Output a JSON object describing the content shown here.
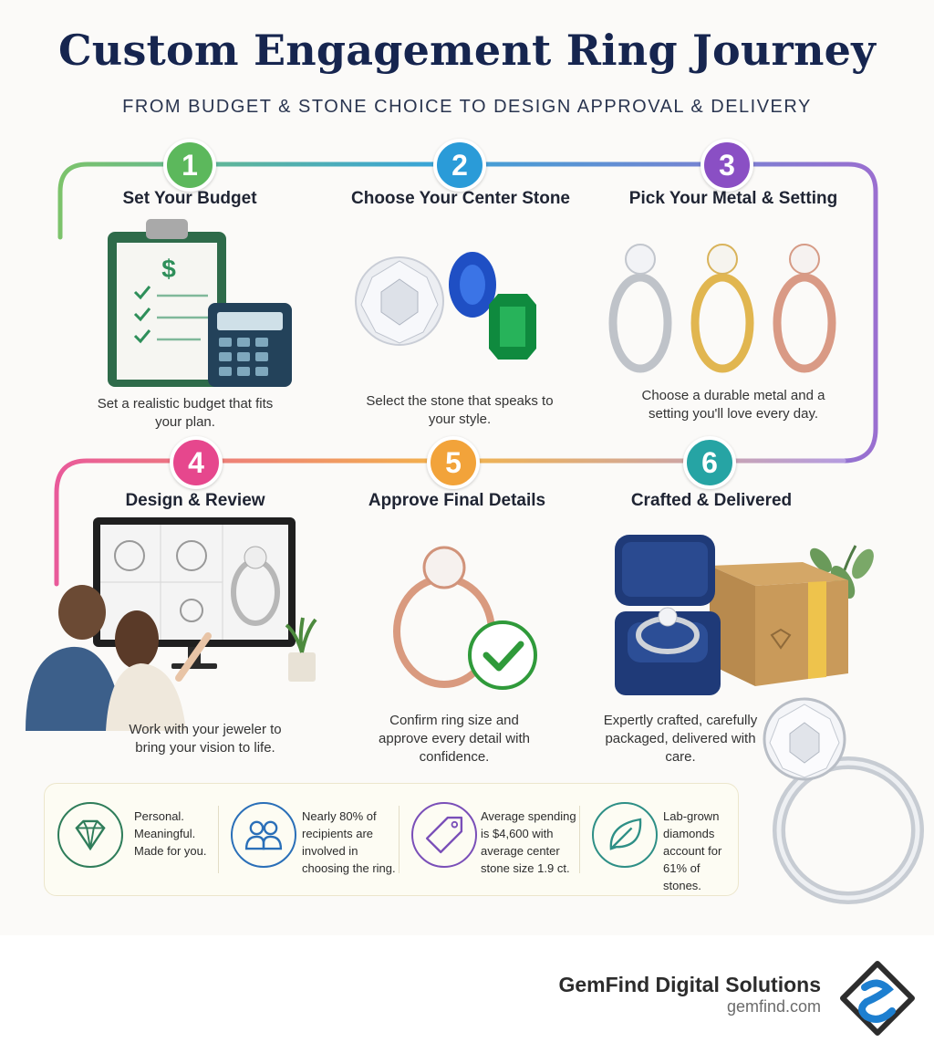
{
  "header": {
    "title": "Custom Engagement Ring Journey",
    "subtitle": "FROM BUDGET & STONE CHOICE TO DESIGN APPROVAL & DELIVERY"
  },
  "steps": [
    {
      "number": "1",
      "title": "Set Your Budget",
      "description": "Set a realistic budget that fits your plan.",
      "color": "#5cb85c"
    },
    {
      "number": "2",
      "title": "Choose Your Center Stone",
      "description": "Select the stone that speaks to your style.",
      "color": "#2a9bd8"
    },
    {
      "number": "3",
      "title": "Pick Your Metal & Setting",
      "description": "Choose a durable metal and a setting you'll love every day.",
      "color": "#8a4fc4"
    },
    {
      "number": "4",
      "title": "Design & Review",
      "description": "Work with your jeweler to bring your vision to life.",
      "color": "#e6478d"
    },
    {
      "number": "5",
      "title": "Approve Final Details",
      "description": "Confirm ring size and approve every detail with confidence.",
      "color": "#f2a33a"
    },
    {
      "number": "6",
      "title": "Crafted & Delivered",
      "description": "Expertly crafted, carefully packaged, delivered with care.",
      "color": "#26a4a4"
    }
  ],
  "art": {
    "budget_symbol": "$"
  },
  "stats": [
    {
      "icon": "diamond-icon",
      "text": "Personal. Meaningful. Made for you.",
      "color": "#2f7d5a"
    },
    {
      "icon": "people-icon",
      "text": "Nearly 80% of recipients are involved in choosing the ring.",
      "color": "#2a6fb8"
    },
    {
      "icon": "price-tag-icon",
      "text": "Average spending is $4,600 with average center stone size 1.9 ct.",
      "color": "#7a4fb8"
    },
    {
      "icon": "leaf-icon",
      "text": "Lab-grown diamonds account for 61% of stones.",
      "color": "#2e8f86"
    }
  ],
  "brand": {
    "name": "GemFind Digital Solutions",
    "url": "gemfind.com"
  }
}
